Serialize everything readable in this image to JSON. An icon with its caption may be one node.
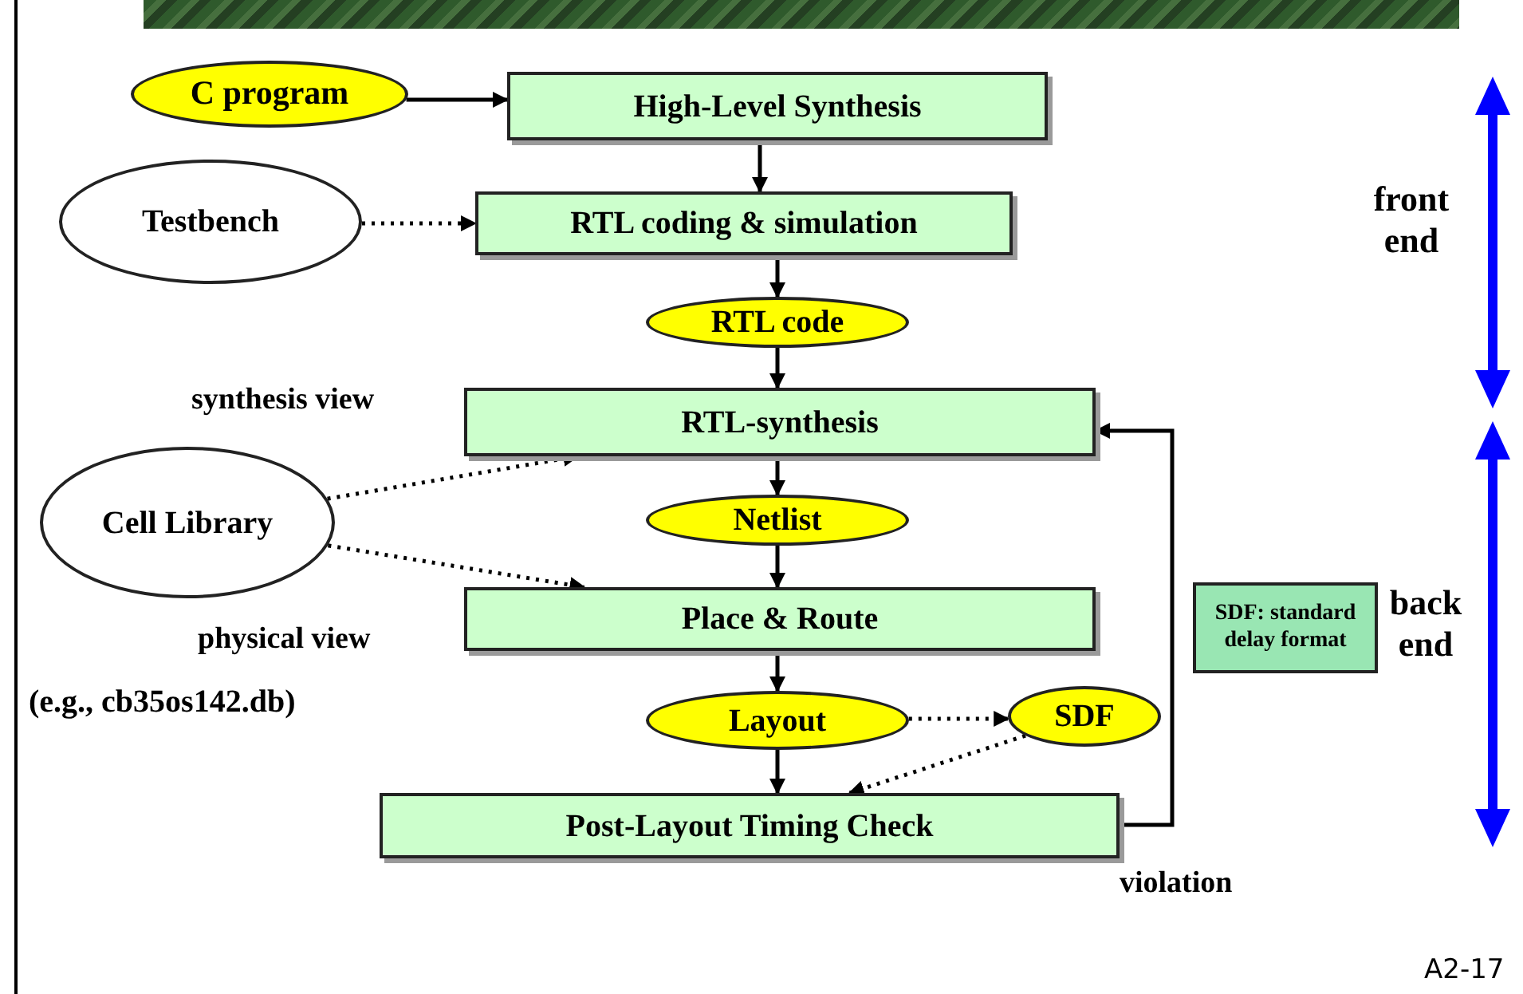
{
  "diagram": {
    "nodes": [
      {
        "text": [
          "C program"
        ]
      },
      {
        "text": [
          "High-Level Synthesis"
        ]
      },
      {
        "text": [
          "Testbench"
        ]
      },
      {
        "text": [
          "RTL coding & simulation"
        ]
      },
      {
        "text": [
          "RTL code"
        ]
      },
      {
        "text": [
          "RTL-synthesis"
        ]
      },
      {
        "text": [
          "Cell Library"
        ],
        "beside": [
          "(e.g., cb35os142.db)"
        ]
      },
      {
        "text": [
          "Netlist"
        ]
      },
      {
        "text": [
          "Place & Route"
        ]
      },
      {
        "text": [
          "Layout"
        ]
      },
      {
        "text": [
          "SDF"
        ]
      },
      {
        "text": [
          "Post-Layout Timing Check"
        ]
      },
      {
        "text": [
          "SDF: standard delay format"
        ]
      }
    ],
    "edges": [
      {
        "from": 0,
        "to": 1,
        "arrow": "to"
      },
      {
        "from": 1,
        "to": 3,
        "arrow": "to"
      },
      {
        "from": 2,
        "to": 3,
        "arrow": "to",
        "style": "dashed"
      },
      {
        "from": 3,
        "to": 4,
        "arrow": "to"
      },
      {
        "from": 4,
        "to": 5,
        "arrow": "to"
      },
      {
        "from": 6,
        "to": 5,
        "arrow": "to",
        "style": "dashed",
        "label": "synthesis view"
      },
      {
        "from": 5,
        "to": 7,
        "arrow": "to"
      },
      {
        "from": 7,
        "to": 8,
        "arrow": "to"
      },
      {
        "from": 6,
        "to": 8,
        "arrow": "to",
        "style": "dashed",
        "label": "physical view"
      },
      {
        "from": 8,
        "to": 9,
        "arrow": "to"
      },
      {
        "from": 9,
        "to": 11,
        "arrow": "to"
      },
      {
        "from": 9,
        "to": 10,
        "arrow": "to",
        "style": "dashed"
      },
      {
        "from": 10,
        "to": 11,
        "arrow": "to",
        "style": "dashed"
      },
      {
        "from": 11,
        "to": 5,
        "arrow": "to",
        "label": "violation"
      }
    ],
    "labels": [
      "front end",
      "back end",
      "A2-17"
    ]
  }
}
